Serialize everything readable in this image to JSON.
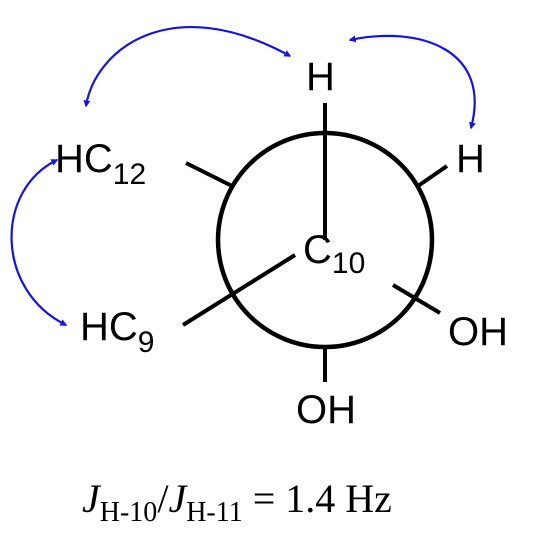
{
  "front_atom": {
    "symbol": "C",
    "number": "10"
  },
  "substituents": {
    "h_top": "H",
    "h_right": "H",
    "hc12_symbol": "HC",
    "hc12_number": "12",
    "hc9_symbol": "HC",
    "hc9_number": "9",
    "oh_right": "OH",
    "oh_bottom": "OH"
  },
  "coupling": {
    "symbol": "J",
    "sub_1": "H-10",
    "slash": "/",
    "sub_2": "H-11",
    "equals_value": " = 1.4 Hz"
  },
  "colors": {
    "bonds": "#000000",
    "nOe_arrows": "#1414e0"
  }
}
